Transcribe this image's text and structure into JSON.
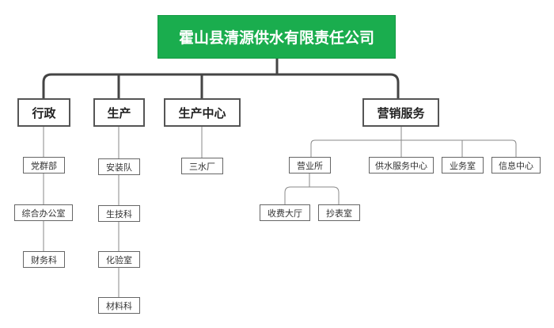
{
  "root": "霍山县清源供水有限责任公司",
  "departments": [
    {
      "name": "行政",
      "units": [
        "党群部",
        "综合办公室",
        "财务科"
      ]
    },
    {
      "name": "生产",
      "units": [
        "安装队",
        "生技科",
        "化验室",
        "材料科"
      ]
    },
    {
      "name": "生产中心",
      "units": [
        "三水厂"
      ]
    },
    {
      "name": "营销服务",
      "units": [
        "营业所",
        "供水服务中心",
        "业务室",
        "信息中心"
      ],
      "sub_units": {
        "营业所": [
          "收费大厅",
          "抄表室"
        ]
      }
    }
  ]
}
